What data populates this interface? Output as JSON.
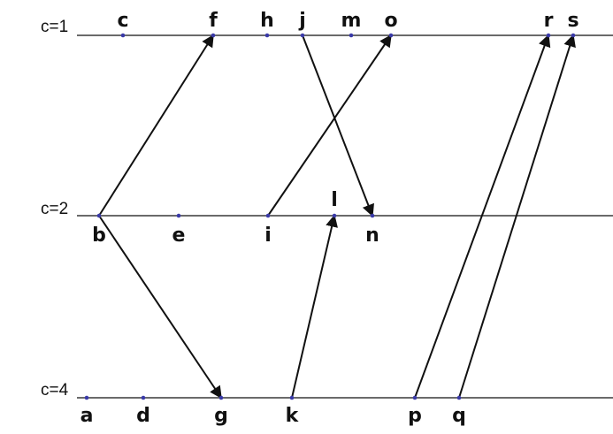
{
  "colors": {
    "line": "#111111",
    "dot": "#3a3aa8",
    "background": "#ffffff"
  },
  "lanes": [
    {
      "id": "c1",
      "label": "c=1"
    },
    {
      "id": "c2",
      "label": "c=2"
    },
    {
      "id": "c4",
      "label": "c=4"
    }
  ],
  "events": [
    {
      "id": "c",
      "label": "c",
      "lane": "c1"
    },
    {
      "id": "f",
      "label": "f",
      "lane": "c1"
    },
    {
      "id": "h",
      "label": "h",
      "lane": "c1"
    },
    {
      "id": "j",
      "label": "j",
      "lane": "c1"
    },
    {
      "id": "m",
      "label": "m",
      "lane": "c1"
    },
    {
      "id": "o",
      "label": "o",
      "lane": "c1"
    },
    {
      "id": "r",
      "label": "r",
      "lane": "c1"
    },
    {
      "id": "s",
      "label": "s",
      "lane": "c1"
    },
    {
      "id": "b",
      "label": "b",
      "lane": "c2"
    },
    {
      "id": "e",
      "label": "e",
      "lane": "c2"
    },
    {
      "id": "i",
      "label": "i",
      "lane": "c2"
    },
    {
      "id": "l",
      "label": "l",
      "lane": "c2"
    },
    {
      "id": "n",
      "label": "n",
      "lane": "c2"
    },
    {
      "id": "a",
      "label": "a",
      "lane": "c4"
    },
    {
      "id": "d",
      "label": "d",
      "lane": "c4"
    },
    {
      "id": "g",
      "label": "g",
      "lane": "c4"
    },
    {
      "id": "k",
      "label": "k",
      "lane": "c4"
    },
    {
      "id": "p",
      "label": "p",
      "lane": "c4"
    },
    {
      "id": "q",
      "label": "q",
      "lane": "c4"
    }
  ],
  "messages": [
    {
      "from": "b",
      "to": "f"
    },
    {
      "from": "b",
      "to": "g"
    },
    {
      "from": "i",
      "to": "o"
    },
    {
      "from": "j",
      "to": "n"
    },
    {
      "from": "k",
      "to": "l"
    },
    {
      "from": "p",
      "to": "r"
    },
    {
      "from": "q",
      "to": "s"
    }
  ]
}
